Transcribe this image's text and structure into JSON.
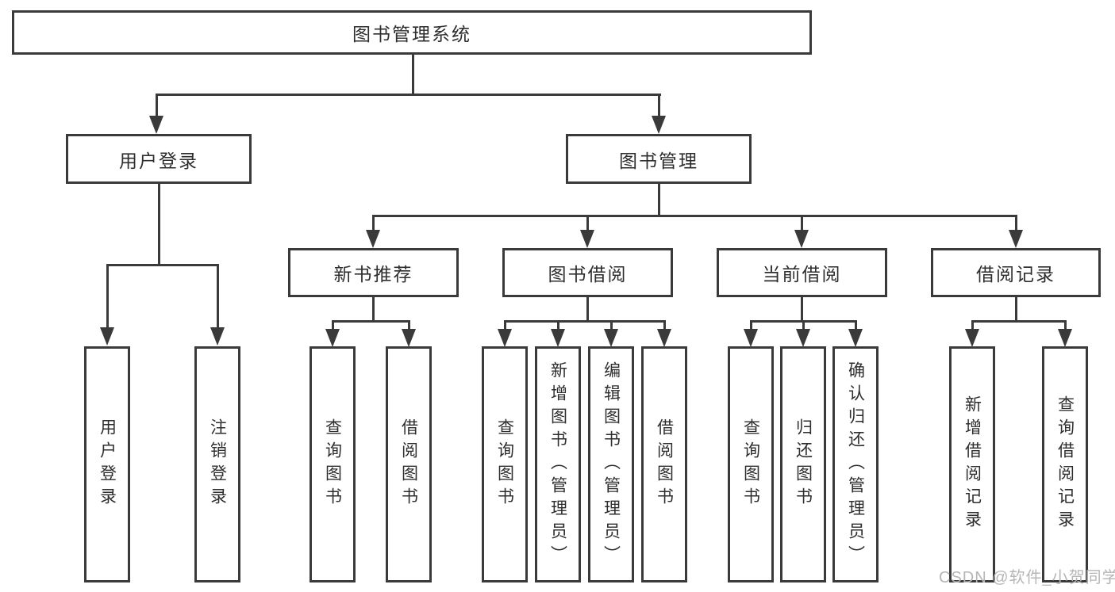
{
  "diagram": {
    "root": {
      "label": "图书管理系统"
    },
    "level2": [
      {
        "label": "用户登录"
      },
      {
        "label": "图书管理"
      }
    ],
    "level3": [
      {
        "label": "新书推荐"
      },
      {
        "label": "图书借阅"
      },
      {
        "label": "当前借阅"
      },
      {
        "label": "借阅记录"
      }
    ],
    "leaves": [
      {
        "label": "用户登录"
      },
      {
        "label": "注销登录"
      },
      {
        "label": "查询图书"
      },
      {
        "label": "借阅图书"
      },
      {
        "label": "查询图书"
      },
      {
        "label": "新增图书（管理员）"
      },
      {
        "label": "编辑图书（管理员）"
      },
      {
        "label": "借阅图书"
      },
      {
        "label": "查询图书"
      },
      {
        "label": "归还图书"
      },
      {
        "label": "确认归还（管理员）"
      },
      {
        "label": "新增借阅记录"
      },
      {
        "label": "查询借阅记录"
      }
    ],
    "colors": {
      "line": "#3a3a3a",
      "text": "#2e2e2e",
      "watermark": "#b6b6b6"
    }
  },
  "watermark": {
    "text": "CSDN @软件_小贺同学"
  }
}
